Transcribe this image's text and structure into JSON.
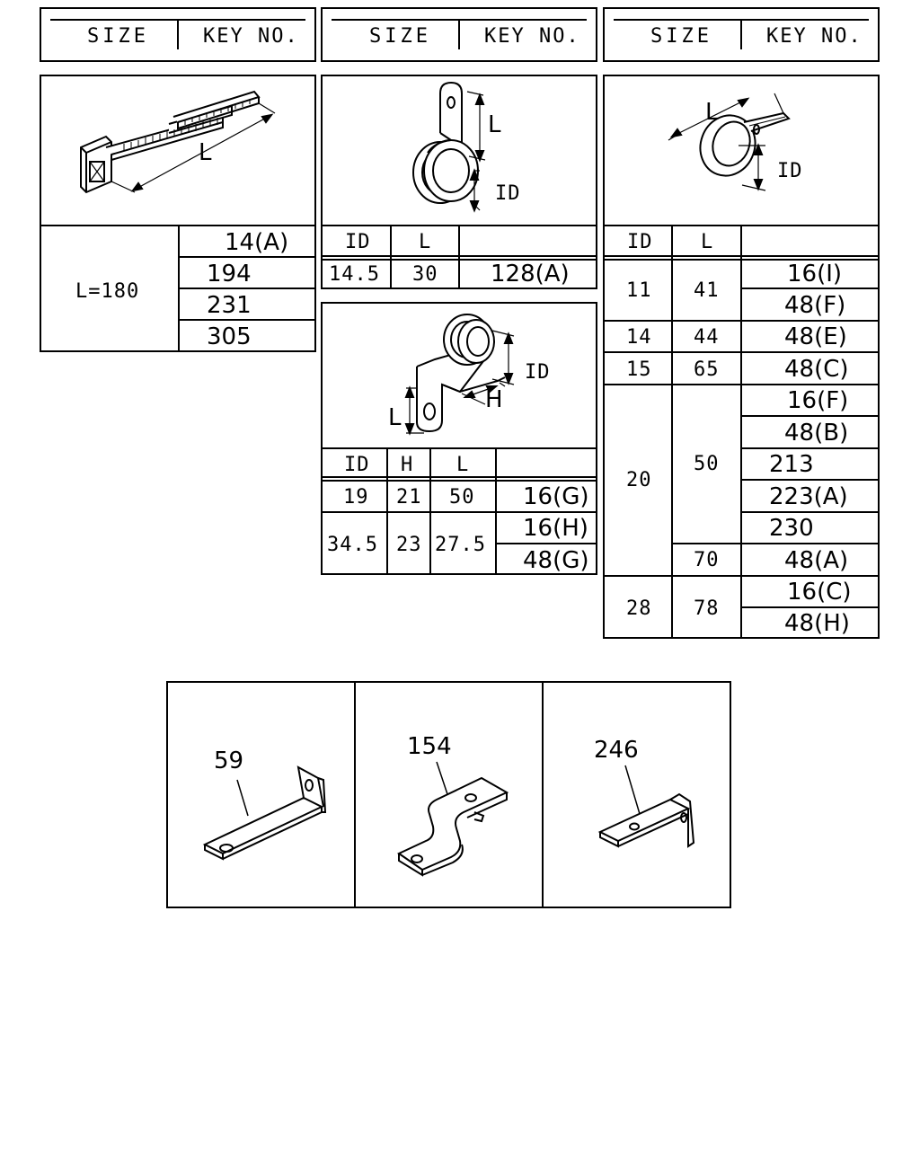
{
  "header": {
    "size": "SIZE",
    "key": "KEY NO."
  },
  "tie": {
    "dim": "L",
    "size": "L=180",
    "keys": [
      "14(A)",
      "194",
      "231",
      "305"
    ]
  },
  "clamp_loop": {
    "dims": {
      "l": "L",
      "id": "ID"
    },
    "cols": [
      "ID",
      "L"
    ],
    "row": {
      "id": "14.5",
      "l": "30",
      "key": "128(A)"
    }
  },
  "clamp_saddle": {
    "dims": {
      "id": "ID",
      "h": "H",
      "l": "L"
    },
    "cols": [
      "ID",
      "H",
      "L"
    ],
    "rows": [
      {
        "id": "19",
        "h": "21",
        "l": "50",
        "keys": [
          "16(G)"
        ]
      },
      {
        "id": "34.5",
        "h": "23",
        "l": "27.5",
        "keys": [
          "16(H)",
          "48(G)"
        ]
      }
    ]
  },
  "clamp_ring": {
    "dims": {
      "l": "L",
      "id": "ID"
    },
    "cols": [
      "ID",
      "L"
    ],
    "rows": [
      {
        "id": "11",
        "l": "41",
        "keys": [
          "16(I)",
          "48(F)"
        ]
      },
      {
        "id": "14",
        "l": "44",
        "keys": [
          "48(E)"
        ]
      },
      {
        "id": "15",
        "l": "65",
        "keys": [
          "48(C)"
        ]
      },
      {
        "id": "20",
        "l": "50",
        "keys": [
          "16(F)",
          "48(B)",
          "213",
          "223(A)",
          "230"
        ]
      },
      {
        "id": "",
        "l": "70",
        "keys": [
          "48(A)"
        ]
      },
      {
        "id": "28",
        "l": "78",
        "keys": [
          "16(C)",
          "48(H)"
        ]
      }
    ]
  },
  "brackets": [
    {
      "label": "59",
      "icon": "l-bracket-icon"
    },
    {
      "label": "154",
      "icon": "offset-bracket-icon"
    },
    {
      "label": "246",
      "icon": "angle-bracket-icon"
    }
  ]
}
